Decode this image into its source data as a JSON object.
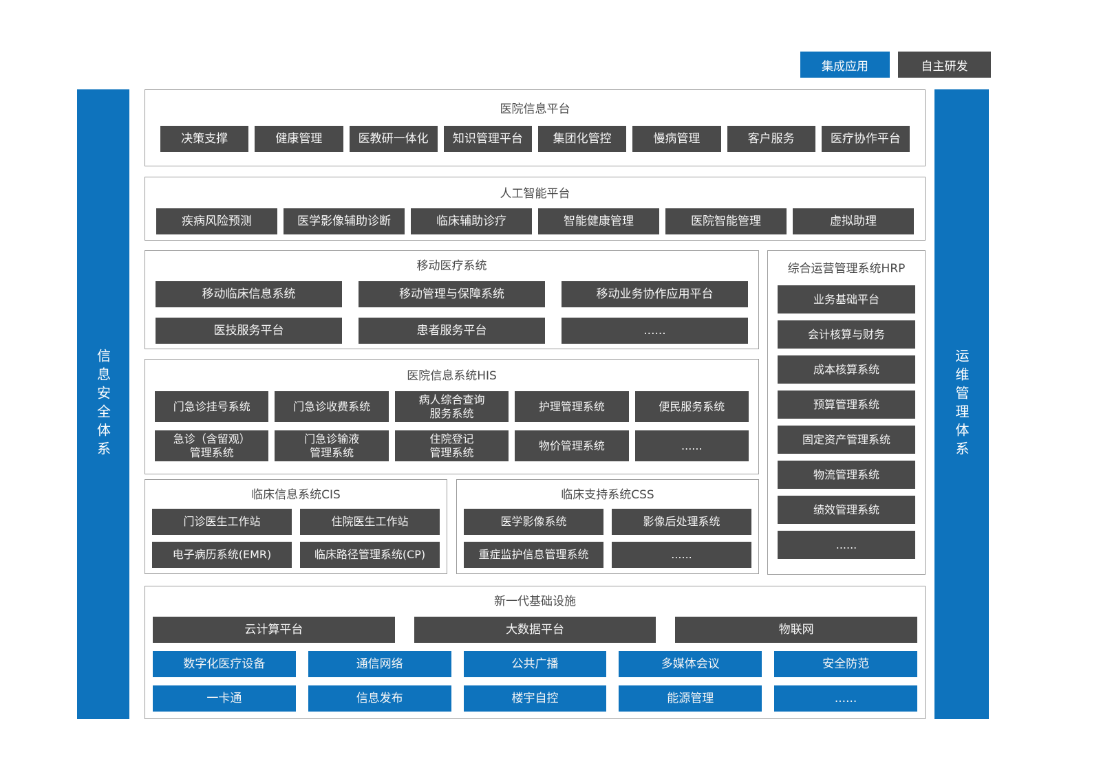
{
  "legend": {
    "integrated": "集成应用",
    "self_developed": "自主研发"
  },
  "bars": {
    "left": "信息安全体系",
    "right": "运维管理体系"
  },
  "colors": {
    "blue": "#0e73bd",
    "dark_gray": "#4a4a4a"
  },
  "sections": {
    "platform": {
      "title": "医院信息平台",
      "items": [
        "决策支撑",
        "健康管理",
        "医教研一体化",
        "知识管理平台",
        "集团化管控",
        "慢病管理",
        "客户服务",
        "医疗协作平台"
      ]
    },
    "ai": {
      "title": "人工智能平台",
      "items": [
        "疾病风险预测",
        "医学影像辅助诊断",
        "临床辅助诊疗",
        "智能健康管理",
        "医院智能管理",
        "虚拟助理"
      ]
    },
    "mobile": {
      "title": "移动医疗系统",
      "rows": [
        [
          "移动临床信息系统",
          "移动管理与保障系统",
          "移动业务协作应用平台"
        ],
        [
          "医技服务平台",
          "患者服务平台",
          "......"
        ]
      ]
    },
    "hrp": {
      "title": "综合运营管理系统HRP",
      "items": [
        "业务基础平台",
        "会计核算与财务",
        "成本核算系统",
        "预算管理系统",
        "固定资产管理系统",
        "物流管理系统",
        "绩效管理系统",
        "......"
      ]
    },
    "his": {
      "title": "医院信息系统HIS",
      "rows": [
        [
          "门急诊挂号系统",
          "门急诊收费系统",
          "病人综合查询\n服务系统",
          "护理管理系统",
          "便民服务系统"
        ],
        [
          "急诊（含留观）\n管理系统",
          "门急诊输液\n管理系统",
          "住院登记\n管理系统",
          "物价管理系统",
          "......"
        ]
      ]
    },
    "cis": {
      "title": "临床信息系统CIS",
      "rows": [
        [
          "门诊医生工作站",
          "住院医生工作站"
        ],
        [
          "电子病历系统(EMR)",
          "临床路径管理系统(CP)"
        ]
      ]
    },
    "css": {
      "title": "临床支持系统CSS",
      "rows": [
        [
          "医学影像系统",
          "影像后处理系统"
        ],
        [
          "重症监护信息管理系统",
          "......"
        ]
      ]
    },
    "infra": {
      "title": "新一代基础设施",
      "dark_row": [
        "云计算平台",
        "大数据平台",
        "物联网"
      ],
      "blue_rows": [
        [
          "数字化医疗设备",
          "通信网络",
          "公共广播",
          "多媒体会议",
          "安全防范"
        ],
        [
          "一卡通",
          "信息发布",
          "楼宇自控",
          "能源管理",
          "......"
        ]
      ]
    }
  }
}
